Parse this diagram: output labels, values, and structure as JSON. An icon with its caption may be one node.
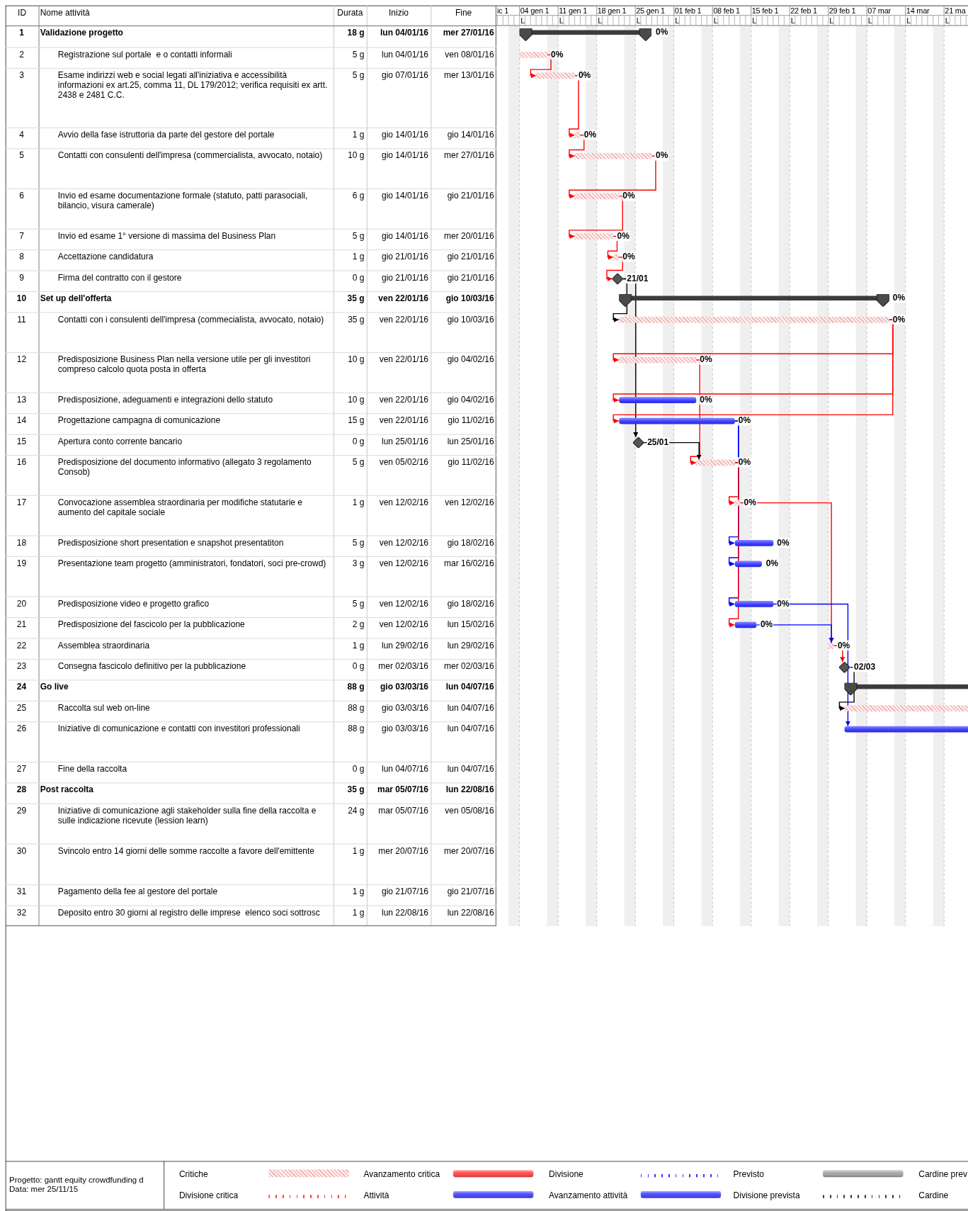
{
  "diagram": {
    "nodes": [
      {
        "text": [],
        "shape": "bar",
        "beside": [
          "0%"
        ]
      },
      {
        "text": [],
        "shape": "bar",
        "beside": [
          "0%"
        ]
      },
      {
        "text": [],
        "shape": "bar",
        "beside": [
          "0%"
        ]
      },
      {
        "text": [],
        "shape": "bar",
        "beside": [
          "0%"
        ]
      },
      {
        "text": [],
        "shape": "bar",
        "beside": [
          "0%"
        ]
      },
      {
        "text": [],
        "shape": "bar",
        "beside": [
          "0%"
        ]
      },
      {
        "text": [],
        "shape": "bar",
        "beside": [
          "0%"
        ]
      },
      {
        "text": [],
        "shape": "bar",
        "beside": [
          "0%"
        ]
      },
      {
        "text": [],
        "shape": "diamond",
        "beside": [
          "21/01"
        ]
      },
      {
        "text": [],
        "shape": "bar",
        "beside": [
          "0%"
        ]
      },
      {
        "text": [],
        "shape": "bar",
        "beside": [
          "0%"
        ]
      },
      {
        "text": [],
        "shape": "bar",
        "beside": [
          "0%"
        ]
      },
      {
        "text": [],
        "shape": "bar",
        "beside": [
          "0%"
        ]
      },
      {
        "text": [],
        "shape": "bar",
        "beside": [
          "0%"
        ]
      },
      {
        "text": [],
        "shape": "diamond",
        "beside": [
          "25/01"
        ]
      },
      {
        "text": [],
        "shape": "bar",
        "beside": [
          "0%"
        ]
      },
      {
        "text": [],
        "shape": "bar",
        "beside": [
          "0%"
        ]
      },
      {
        "text": [],
        "shape": "bar",
        "beside": [
          "0%"
        ]
      },
      {
        "text": [],
        "shape": "bar",
        "beside": [
          "0%"
        ]
      },
      {
        "text": [],
        "shape": "bar",
        "beside": [
          "0%"
        ]
      },
      {
        "text": [],
        "shape": "bar",
        "beside": [
          "0%"
        ]
      },
      {
        "text": [],
        "shape": "bar",
        "beside": [
          "0%"
        ]
      },
      {
        "text": [],
        "shape": "diamond",
        "beside": [
          "02/03"
        ]
      },
      {
        "text": [],
        "shape": "bar"
      },
      {
        "text": [],
        "shape": "bar"
      },
      {
        "text": [],
        "shape": "bar"
      }
    ],
    "edges": [
      {
        "from": 1,
        "to": 2,
        "arrow": "to"
      },
      {
        "from": 2,
        "to": 3,
        "arrow": "to"
      },
      {
        "from": 3,
        "to": 4,
        "arrow": "to"
      },
      {
        "from": 4,
        "to": 5,
        "arrow": "to"
      },
      {
        "from": 5,
        "to": 6,
        "arrow": "to"
      },
      {
        "from": 6,
        "to": 7,
        "arrow": "to"
      },
      {
        "from": 7,
        "to": 8,
        "arrow": "to"
      },
      {
        "from": 8,
        "to": 10,
        "arrow": "to",
        "color": "#000000"
      },
      {
        "from": 8,
        "to": 14,
        "arrow": "to",
        "color": "#000000"
      },
      {
        "from": 10,
        "to": 11,
        "arrow": "to"
      },
      {
        "from": 10,
        "to": 12,
        "arrow": "to"
      },
      {
        "from": 10,
        "to": 13,
        "arrow": "to"
      },
      {
        "from": 11,
        "to": 15,
        "arrow": "to"
      },
      {
        "from": 14,
        "to": 15,
        "arrow": "to",
        "color": "#000000"
      },
      {
        "from": 15,
        "to": 16,
        "arrow": "to"
      },
      {
        "from": 13,
        "to": 17,
        "arrow": "to",
        "color": "#0000ff"
      },
      {
        "from": 13,
        "to": 18,
        "arrow": "to",
        "color": "#0000ff"
      },
      {
        "from": 13,
        "to": 19,
        "arrow": "to",
        "color": "#0000ff"
      },
      {
        "from": 15,
        "to": 20,
        "arrow": "to"
      },
      {
        "from": 16,
        "to": 21,
        "arrow": "to"
      },
      {
        "from": 20,
        "to": 21,
        "arrow": "to",
        "color": "#0000ff"
      },
      {
        "from": 21,
        "to": 22,
        "arrow": "to"
      },
      {
        "from": 22,
        "to": 24,
        "arrow": "to",
        "color": "#000000"
      },
      {
        "from": 19,
        "to": 25,
        "arrow": "to",
        "color": "#0000ff"
      }
    ],
    "labels": [
      "ID",
      "Nome attività",
      "Durata",
      "Inizio",
      "Fine",
      "ic 1",
      "04 gen 1",
      "11 gen 1",
      "18 gen 1",
      "25 gen 1",
      "01 feb 1",
      "08 feb 1",
      "15 feb 1",
      "22 feb 1",
      "29 feb 1",
      "07 mar",
      "14 mar",
      "21 ma",
      "L",
      "L",
      "L",
      "L",
      "L",
      "L",
      "L",
      "L",
      "L",
      "L",
      "L",
      "L",
      "1",
      "Validazione progetto",
      "18 g",
      "lun 04/01/16",
      "mer 27/01/16",
      "2",
      "Registrazione sul portale  e o contatti informali",
      "5 g",
      "lun 04/01/16",
      "ven 08/01/16",
      "3",
      "Esame indirizzi web e social legati all'iniziativa e accessibilità informazioni ex art.25, comma 11, DL 179/2012; verifica requisiti ex artt. 2438 e 2481 C.C.",
      "5 g",
      "gio 07/01/16",
      "mer 13/01/16",
      "4",
      "Avvio della fase istruttoria da parte del gestore del portale",
      "1 g",
      "gio 14/01/16",
      "gio 14/01/16",
      "5",
      "Contatti con consulenti dell'impresa (commercialista, avvocato, notaio)",
      "10 g",
      "gio 14/01/16",
      "mer 27/01/16",
      "6",
      "Invio ed esame documentazione formale (statuto, patti parasociali, bilancio, visura camerale)",
      "6 g",
      "gio 14/01/16",
      "gio 21/01/16",
      "7",
      "Invio ed esame 1° versione di massima del Business Plan",
      "5 g",
      "gio 14/01/16",
      "mer 20/01/16",
      "8",
      "Accettazione candidatura",
      "1 g",
      "gio 21/01/16",
      "gio 21/01/16",
      "9",
      "Firma del contratto con il gestore",
      "0 g",
      "gio 21/01/16",
      "gio 21/01/16",
      "10",
      "Set up dell'offerta",
      "35 g",
      "ven 22/01/16",
      "gio 10/03/16",
      "11",
      "Contatti con i consulenti dell'impresa (commecialista, avvocato, notaio)",
      "35 g",
      "ven 22/01/16",
      "gio 10/03/16",
      "12",
      "Predisposizione Business Plan nella versione utile per gli investitori compreso calcolo quota posta in offerta",
      "10 g",
      "ven 22/01/16",
      "gio 04/02/16",
      "13",
      "Predisposizione, adeguamenti e integrazioni dello statuto",
      "10 g",
      "ven 22/01/16",
      "gio 04/02/16",
      "14",
      "Progettazione campagna di comunicazione",
      "15 g",
      "ven 22/01/16",
      "gio 11/02/16",
      "15",
      "Apertura conto corrente bancario",
      "0 g",
      "lun 25/01/16",
      "lun 25/01/16",
      "16",
      "Predisposizione del documento informativo (allegato 3 regolamento Consob)",
      "5 g",
      "ven 05/02/16",
      "gio 11/02/16",
      "17",
      "Convocazione assemblea straordinaria per modifiche statutarie e aumento del capitale sociale",
      "1 g",
      "ven 12/02/16",
      "ven 12/02/16",
      "18",
      "Predisposizione short presentation e snapshot presentatiton",
      "5 g",
      "ven 12/02/16",
      "gio 18/02/16",
      "19",
      "Presentazione team progetto (amministratori, fondatori, soci pre-crowd)",
      "3 g",
      "ven 12/02/16",
      "mar 16/02/16",
      "20",
      "Predisposizione video e progetto grafico",
      "5 g",
      "ven 12/02/16",
      "gio 18/02/16",
      "21",
      "Predisposizione del fascicolo per la pubblicazione",
      "2 g",
      "ven 12/02/16",
      "lun 15/02/16",
      "22",
      "Assemblea straordinaria",
      "1 g",
      "lun 29/02/16",
      "lun 29/02/16",
      "23",
      "Consegna fascicolo definitivo per la pubblicazione",
      "0 g",
      "mer 02/03/16",
      "mer 02/03/16",
      "24",
      "Go live",
      "88 g",
      "gio 03/03/16",
      "lun 04/07/16",
      "25",
      "Raccolta sul web on-line",
      "88 g",
      "gio 03/03/16",
      "lun 04/07/16",
      "26",
      "Iniziative di comunicazione e contatti con investitori professionali",
      "88 g",
      "gio 03/03/16",
      "lun 04/07/16",
      "27",
      "Fine della raccolta",
      "0 g",
      "lun 04/07/16",
      "lun 04/07/16",
      "28",
      "Post raccolta",
      "35 g",
      "mar 05/07/16",
      "lun 22/08/16",
      "29",
      "Iniziative di comunicazione agli stakeholder sulla fine della raccolta e sulle indicazione ricevute (lession learn)",
      "24 g",
      "mar 05/07/16",
      "ven 05/08/16",
      "30",
      "Svincolo entro 14 giorni delle somme raccolte a favore dell'emittente",
      "1 g",
      "mer 20/07/16",
      "mer 20/07/16",
      "31",
      "Pagamento della fee al gestore del portale",
      "1 g",
      "gio 21/07/16",
      "gio 21/07/16",
      "32",
      "Deposito entro 30 giorni al registro delle imprese  elenco soci sottrosc",
      "1 g",
      "lun 22/08/16",
      "lun 22/08/16",
      "Progetto: gantt equity crowdfunding d",
      "Data: mer 25/11/15"
    ],
    "legend": [
      {
        "text": "Critiche"
      },
      {
        "text": "Avanzamento critica",
        "color": "#ff4d4d"
      },
      {
        "text": "Divisione"
      },
      {
        "text": "Previsto",
        "color": "#a6a6a6"
      },
      {
        "text": "Cardine prev"
      },
      {
        "text": "Divisione critica"
      },
      {
        "text": "Attività",
        "color": "#4d4dff"
      },
      {
        "text": "Avanzamento attività",
        "color": "#4d4dff"
      },
      {
        "text": "Divisione prevista"
      },
      {
        "text": "Cardine"
      }
    ]
  }
}
